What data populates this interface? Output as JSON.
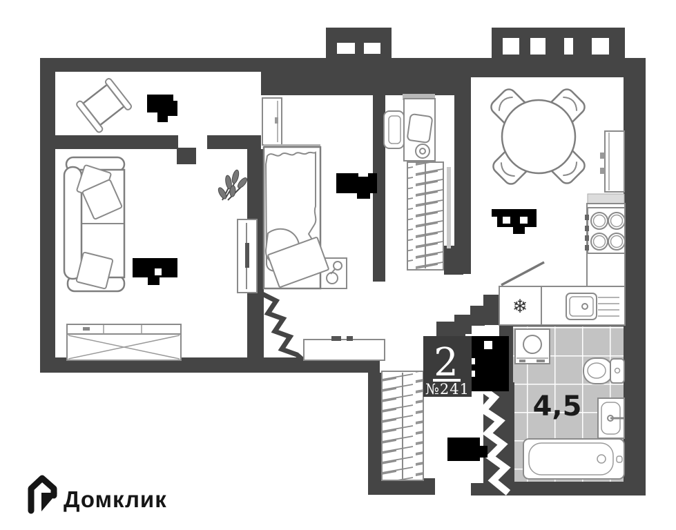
{
  "logo": {
    "text": "Домклик"
  },
  "badge": {
    "rooms_count": "2",
    "apartment_number": "№241"
  },
  "labels": {
    "bathroom_area": "4,5"
  },
  "icons": {
    "fridge_snowflake": "❄"
  },
  "colors": {
    "wall": "#454545",
    "badge_bg": "#3b3b3b",
    "tile": "#c3c3c3",
    "redaction": "#000000",
    "text": "#1a1a1a"
  }
}
